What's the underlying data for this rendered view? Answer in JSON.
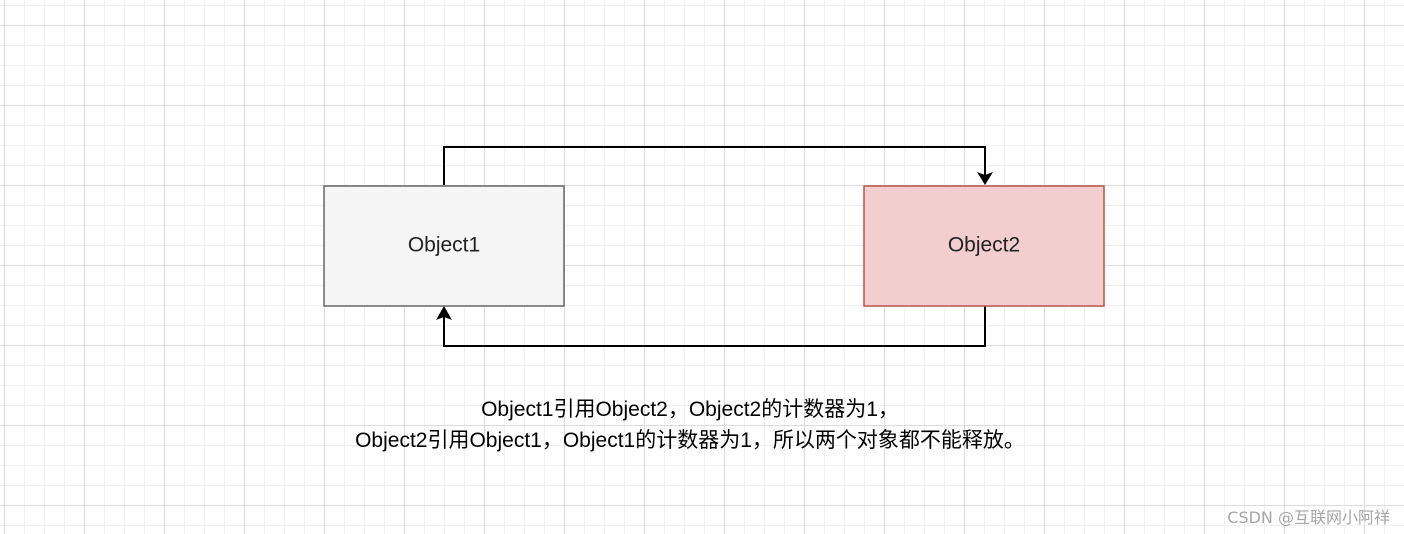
{
  "diagram": {
    "nodes": [
      {
        "id": "object1",
        "label": "Object1",
        "fill": "#f5f5f5",
        "stroke": "#666666"
      },
      {
        "id": "object2",
        "label": "Object2",
        "fill": "#f2cfce",
        "stroke": "#b85450"
      }
    ],
    "edges": [
      {
        "from": "object1",
        "to": "object2"
      },
      {
        "from": "object2",
        "to": "object1"
      }
    ]
  },
  "caption": {
    "line1": "Object1引用Object2，Object2的计数器为1，",
    "line2": "Object2引用Object1，Object1的计数器为1，所以两个对象都不能释放。"
  },
  "watermark": "CSDN @互联网小阿祥"
}
